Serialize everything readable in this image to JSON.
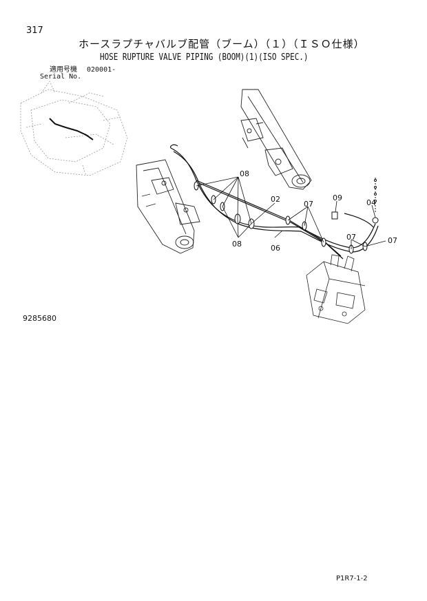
{
  "page": {
    "number": "317",
    "title_jp": "ホースラプチャバルブ配管（ブーム）（１）（ＩＳＯ仕様）",
    "title_en": "HOSE RUPTURE VALVE PIPING (BOOM)(1)(ISO SPEC.)",
    "serial_label_jp": "適用号機",
    "serial_value": "020001-",
    "serial_label_en": "Serial No.",
    "document_number": "9285680",
    "footer_code": "P1R7-1-2"
  },
  "callouts": {
    "c08_top": "08",
    "c08_bottom": "08",
    "c02": "02",
    "c06": "06",
    "c07_mid": "07",
    "c09": "09",
    "c04": "04",
    "c07_inner": "07",
    "c07_right": "07"
  }
}
